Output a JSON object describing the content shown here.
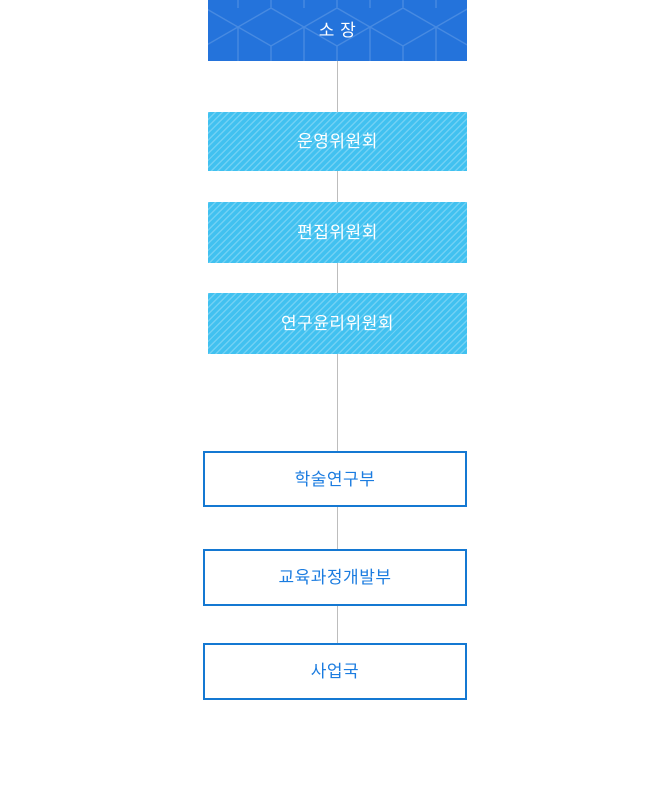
{
  "page": {
    "background": "#ffffff",
    "description": "Organization chart of a research institute"
  },
  "chart": {
    "type": "org-chart",
    "colors": {
      "primary_blue": "#2473DB",
      "light_blue": "#41C1F0",
      "outline_blue": "#1478D2",
      "text_blue": "#1B7CE0",
      "label_white": "#FFFFFF",
      "connector_gray": "#BDBDBD"
    },
    "nodes": [
      {
        "label": "소 장",
        "variant": "primary-cube-pattern",
        "level": 1
      },
      {
        "label": "운영위원회",
        "variant": "striped",
        "level": 2
      },
      {
        "label": "편집위원회",
        "variant": "striped",
        "level": 2
      },
      {
        "label": "연구윤리위원회",
        "variant": "striped",
        "level": 2
      },
      {
        "label": "학술연구부",
        "variant": "outline",
        "level": 3
      },
      {
        "label": "교육과정개발부",
        "variant": "outline",
        "level": 3
      },
      {
        "label": "사업국",
        "variant": "outline",
        "level": 3
      }
    ],
    "structure": "소 장 > 운영위원회 > 편집위원회 > 연구윤리위원회 > 학술연구부 > 교육과정개발부 > 사업국 (single vertical chain)"
  }
}
